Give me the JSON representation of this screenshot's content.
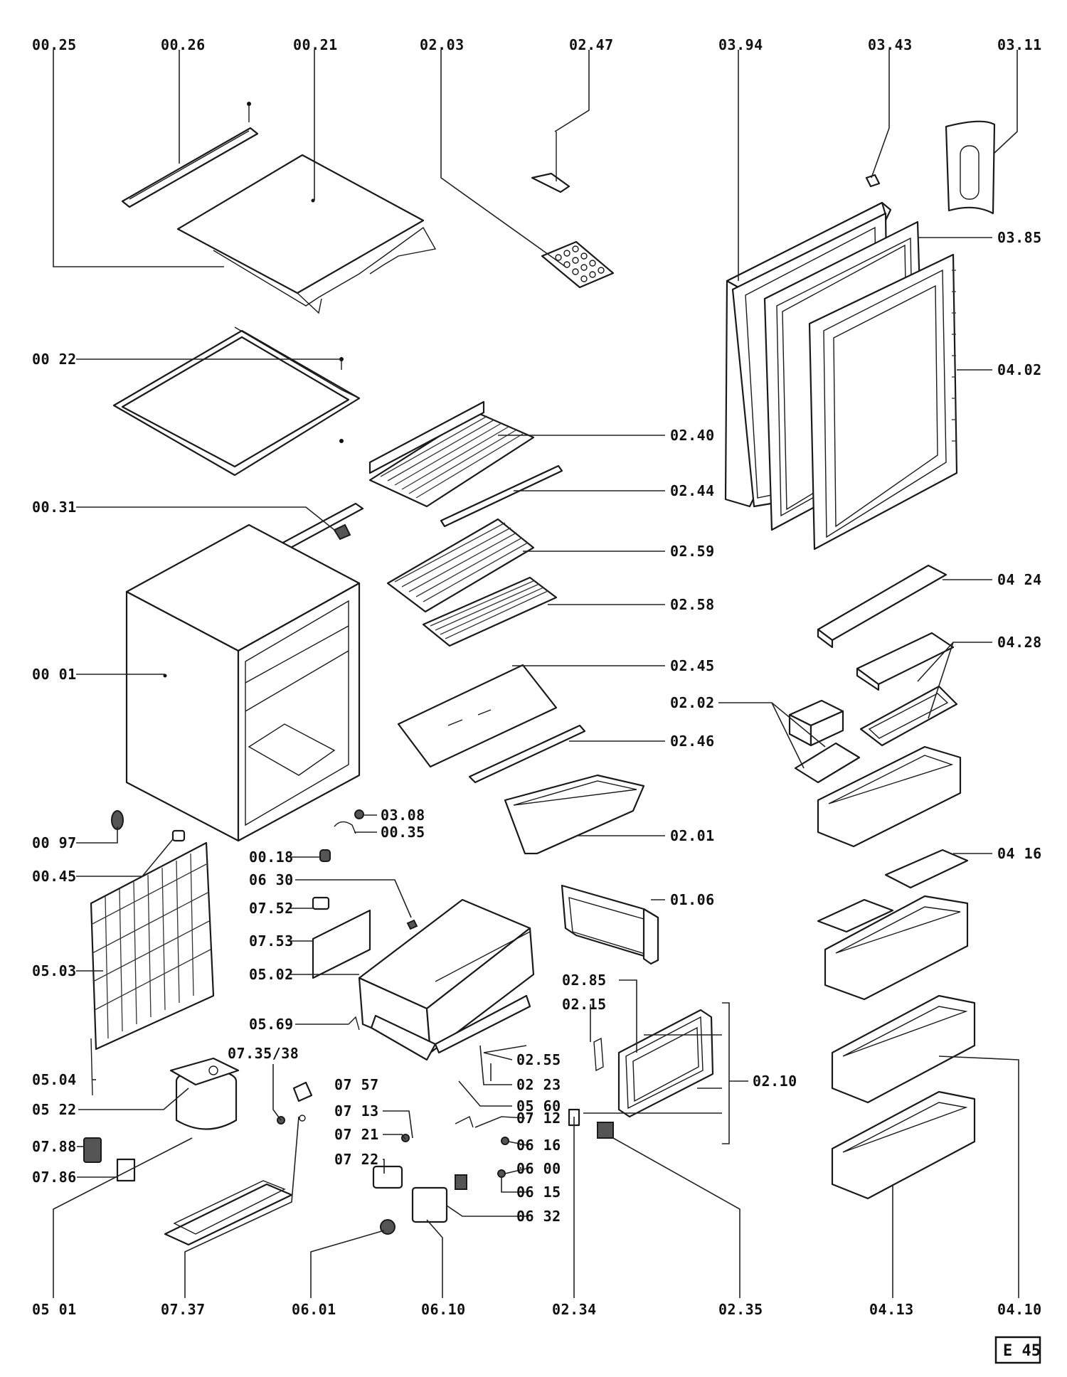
{
  "sheet_code": "E 45",
  "labels": {
    "l0025": "00.25",
    "l0026": "00.26",
    "l0021": "00.21",
    "l0203": "02.03",
    "l0247": "02.47",
    "l0394": "03.94",
    "l0343": "03.43",
    "l0311": "03.11",
    "l0385": "03.85",
    "l0402": "04.02",
    "l0022": "00 22",
    "l0240": "02.40",
    "l0244": "02.44",
    "l0031": "00.31",
    "l0259": "02.59",
    "l0258": "02.58",
    "l0424": "04 24",
    "l0428": "04.28",
    "l0001": "00 01",
    "l0245": "02.45",
    "l0202": "02.02",
    "l0246": "02.46",
    "l0308": "03.08",
    "l0035": "00.35",
    "l0201": "02.01",
    "l0097": "00 97",
    "l0045": "00.45",
    "l0018": "00.18",
    "l0416": "04 16",
    "l0630": "06 30",
    "l0106": "01.06",
    "l0752": "07.52",
    "l0753": "07.53",
    "l0503": "05.03",
    "l0502": "05.02",
    "l0285": "02.85",
    "l0215": "02.15",
    "l0569": "05.69",
    "l0504": "05.04",
    "l073538": "07.35/38",
    "l0255": "02.55",
    "l0757": "07 57",
    "l0223": "02 23",
    "l0210": "02.10",
    "l0522": "05 22",
    "l0560": "05 60",
    "l0713": "07 13",
    "l0712": "07 12",
    "l0721": "07 21",
    "l0616": "06 16",
    "l0788": "07.88",
    "l0722": "07 22",
    "l0600": "06 00",
    "l0786": "07.86",
    "l0615": "06 15",
    "l0632": "06 32",
    "l0501": "05 01",
    "l0737": "07.37",
    "l0601": "06.01",
    "l0610": "06.10",
    "l0234": "02.34",
    "l0235": "02.35",
    "l0413": "04.13",
    "l0410": "04.10"
  }
}
